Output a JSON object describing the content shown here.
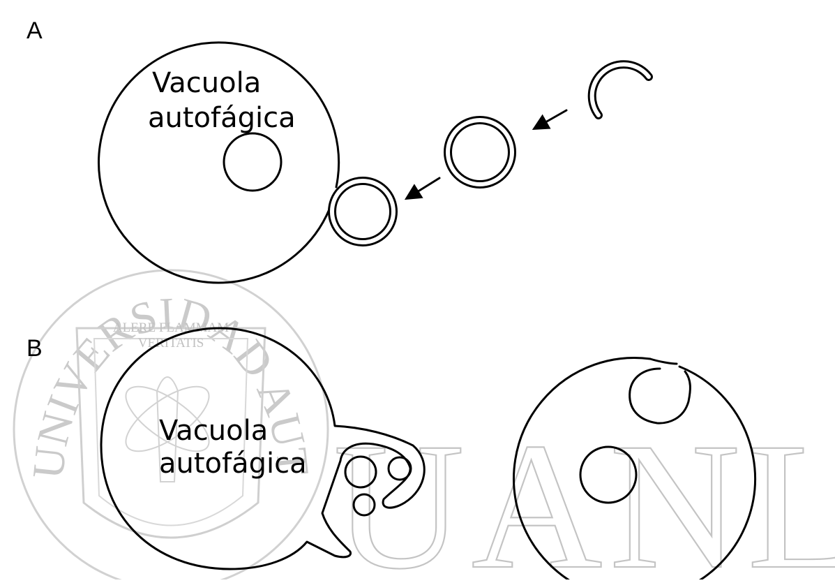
{
  "panels": {
    "a": {
      "letter": "A",
      "label_line1": "Vacuola",
      "label_line2": "autofágica"
    },
    "b": {
      "letter": "B",
      "label_line1": "Vacuola",
      "label_line2": "autofágica"
    }
  },
  "watermark": {
    "ring_text": "UNIVERSIDAD AUTONOMA DE NUEVO LEON",
    "motto_line1": "ALERE FLAMMAM",
    "motto_line2": "VERITATIS",
    "big_text": "UANL",
    "color": "#c4c4c4"
  },
  "colors": {
    "ink": "#000000",
    "background": "#ffffff"
  }
}
